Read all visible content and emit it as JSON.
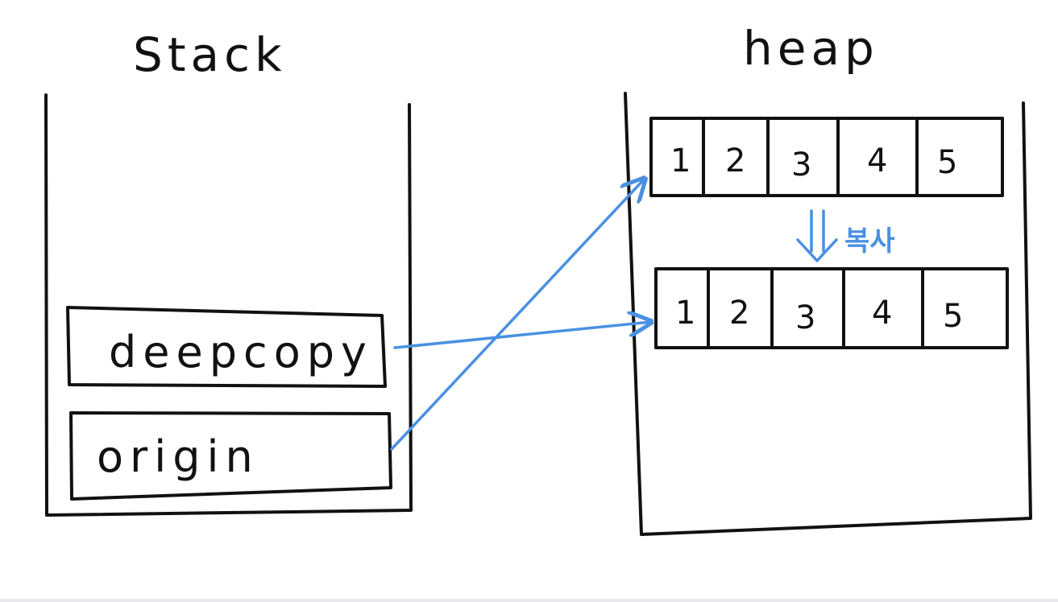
{
  "stack": {
    "title": "Stack",
    "frames": [
      {
        "id": "deep",
        "label": "deepcopy"
      },
      {
        "id": "origin",
        "label": "origin"
      }
    ]
  },
  "heap": {
    "title": "heap",
    "arrays": [
      {
        "id": "original",
        "cells": [
          "1",
          "2",
          "3",
          "4",
          "5"
        ]
      },
      {
        "id": "copied",
        "cells": [
          "1",
          "2",
          "3",
          "4",
          "5"
        ]
      }
    ],
    "copy_label": "복사"
  },
  "colors": {
    "ink": "#111111",
    "pointer": "#4a90e2"
  }
}
